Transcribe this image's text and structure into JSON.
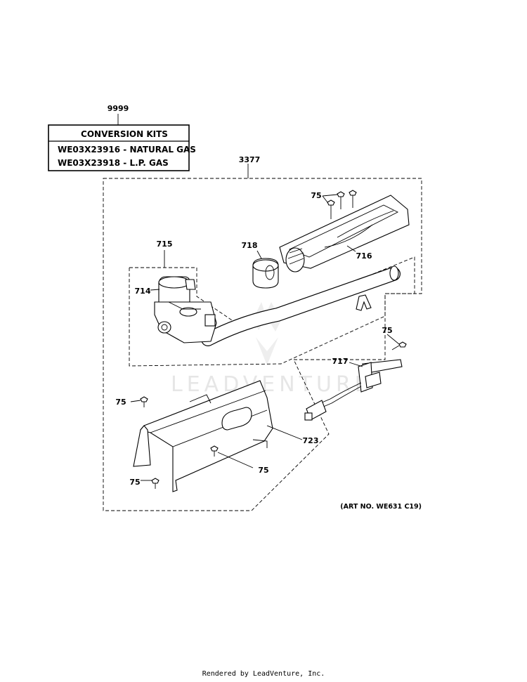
{
  "kit_box": {
    "callout": "9999",
    "title": "CONVERSION KITS",
    "rows": [
      "WE03X23916 - NATURAL GAS",
      "WE03X23918 - L.P. GAS"
    ]
  },
  "callouts": {
    "assembly": "3377",
    "valve_group": "715",
    "solenoid": "714",
    "orifice": "718",
    "burner": "716",
    "igniter": "717",
    "bracket": "723",
    "screw": "75"
  },
  "art_no": "(ART NO. WE631 C19)",
  "watermark": "LEADVENTURE",
  "footer": "Rendered by LeadVenture, Inc."
}
